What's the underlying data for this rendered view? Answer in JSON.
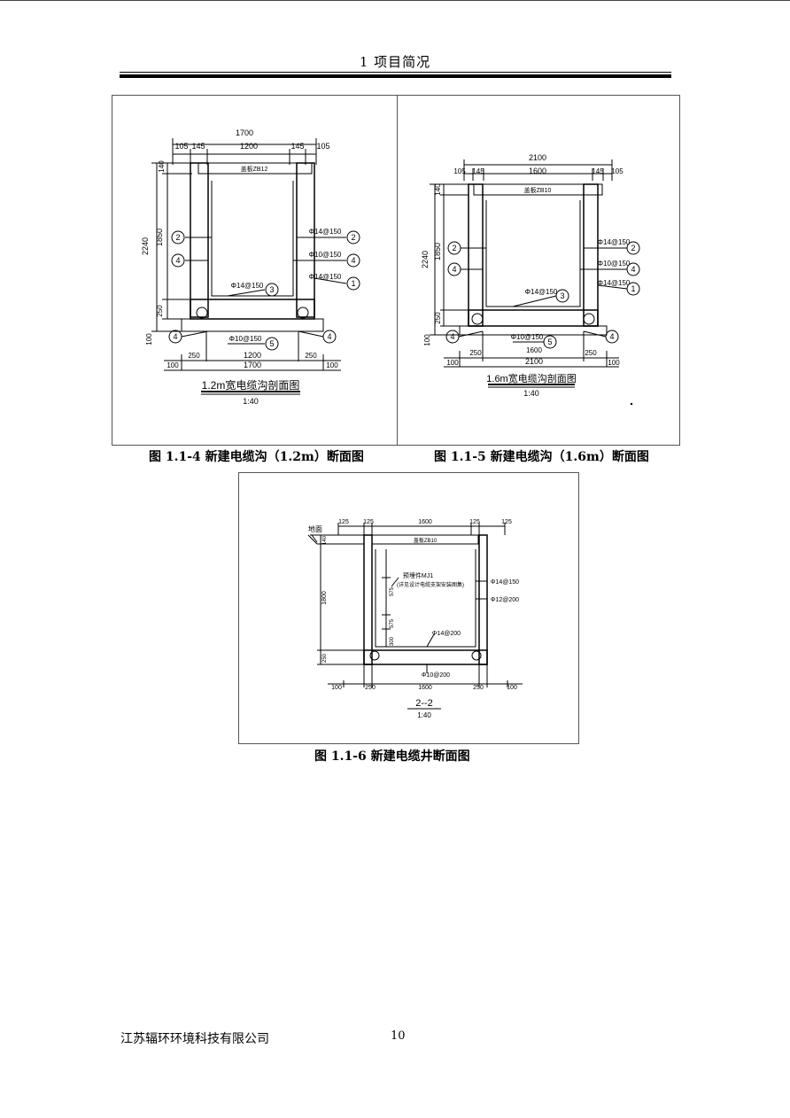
{
  "header": {
    "title": "1 项目简况"
  },
  "figures": [
    {
      "caption": "图 1.1-4 新建电缆沟（1.2m）断面图",
      "drawing_title": "1.2m宽电缆沟剖面图",
      "scale": "1:40",
      "dims": {
        "total_top": "1700",
        "left_a": "105",
        "left_b": "145",
        "inner": "1200",
        "right_b": "145",
        "right_a": "105",
        "height": "2240",
        "inner_h": "1850",
        "top_h": "140",
        "bottom_h": "250",
        "base_h": "100",
        "b_left": "250",
        "b_inner": "1200",
        "b_right": "250",
        "foot_left": "100",
        "foot_total": "1700",
        "foot_right": "100"
      },
      "rebar": {
        "cover": "盖板ZB12",
        "r2": "Φ14@150",
        "r4": "Φ10@150",
        "r1": "Φ14@150",
        "r3": "Φ14@150",
        "r5": "Φ10@150"
      },
      "markers": [
        "2",
        "4",
        "2",
        "4",
        "1",
        "3",
        "4",
        "4",
        "5"
      ]
    },
    {
      "caption": "图 1.1-5 新建电缆沟（1.6m）断面图",
      "drawing_title": "1.6m宽电缆沟剖面图",
      "scale": "1:40",
      "dims": {
        "total_top": "2100",
        "left_a": "105",
        "left_b": "145",
        "inner": "1600",
        "right_b": "145",
        "right_a": "105",
        "height": "2240",
        "inner_h": "1850",
        "top_h": "140",
        "bottom_h": "250",
        "base_h": "100",
        "b_left": "250",
        "b_inner": "1600",
        "b_right": "250",
        "foot_left": "100",
        "foot_total": "2100",
        "foot_right": "100"
      },
      "rebar": {
        "cover": "盖板ZB10",
        "r2": "Φ14@150",
        "r4": "Φ10@150",
        "r1": "Φ14@150",
        "r3": "Φ14@150",
        "r5": "Φ10@150"
      },
      "markers": [
        "2",
        "4",
        "2",
        "4",
        "1",
        "3",
        "4",
        "4",
        "5"
      ]
    },
    {
      "caption": "图 1.1-6 新建电缆井断面图",
      "drawing_title": "2--2",
      "scale": "1:40",
      "dims": {
        "t1": "125",
        "t2": "125",
        "t3": "1600",
        "t4": "125",
        "t5": "125",
        "top_h": "140",
        "height": "1800",
        "bottom_h": "250",
        "s1": "575",
        "s2": "575",
        "s3": "300",
        "b1": "100",
        "b2": "250",
        "b3": "1600",
        "b4": "250",
        "b5": "100"
      },
      "labels": {
        "ground": "地面",
        "cover": "盖板ZB10",
        "bracket": "预埋件MJ1",
        "bracket_note": "(详见设计电缆支架安装图集)",
        "r_wall1": "Φ14@150",
        "r_wall2": "Φ12@200",
        "r_floor": "Φ14@200",
        "r_bottom": "Φ10@200"
      }
    }
  ],
  "footer": {
    "company": "江苏辐环环境科技有限公司",
    "page": "10"
  }
}
